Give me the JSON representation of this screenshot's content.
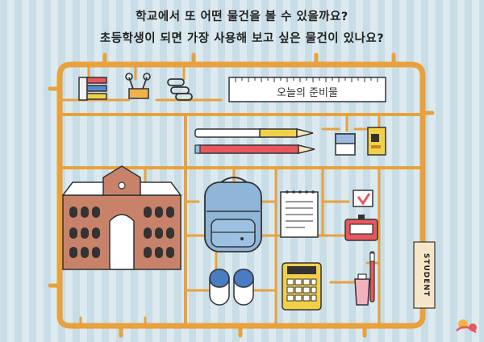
{
  "questions": {
    "line1": "학교에서 또 어떤 물건을 볼 수 있을까요?",
    "line2": "초등학생이 되면 가장 사용해 보고 싶은 물건이 있나요?"
  },
  "ruler_label": "오늘의 준비물",
  "tag_label": "STUDENT",
  "colors": {
    "background": "#c9dde6",
    "stripe": "#dceaf0",
    "frame": "#e8a13c",
    "frame_edge": "#c98420",
    "school_brick": "#c9826a",
    "backpack": "#8fb6d9",
    "calculator": "#f2cf47",
    "pencil_red": "#e8575c",
    "pencil_yellow": "#f0d24a"
  },
  "icons": [
    "tab-markers-icon",
    "binder-clip-icon",
    "paper-clips-icon",
    "ruler-icon",
    "pencil-icon",
    "eraser-icon",
    "sharpener-icon",
    "school-building-icon",
    "backpack-icon",
    "notepad-icon",
    "calendar-icon",
    "timer-icon",
    "slippers-icon",
    "calculator-icon",
    "toothbrush-icon",
    "toothpaste-icon",
    "logo-icon"
  ]
}
